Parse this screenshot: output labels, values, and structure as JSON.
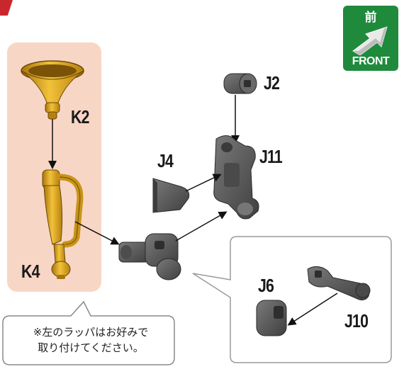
{
  "front_badge": {
    "kanji": "前",
    "label": "FRONT",
    "bg_color": "#1f8a3c"
  },
  "parts": {
    "k2": "K2",
    "k4": "K4",
    "j2": "J2",
    "j4": "J4",
    "j11": "J11",
    "j6": "J6",
    "j10": "J10"
  },
  "note": {
    "line1": "※左のラッパはお好みで",
    "line2": "取り付けてください。"
  },
  "colors": {
    "optional_panel": "#f8d6c6",
    "gold_part": "#d9a521",
    "gray_part": "#5b5b5b",
    "step_marker": "#c8282d"
  }
}
